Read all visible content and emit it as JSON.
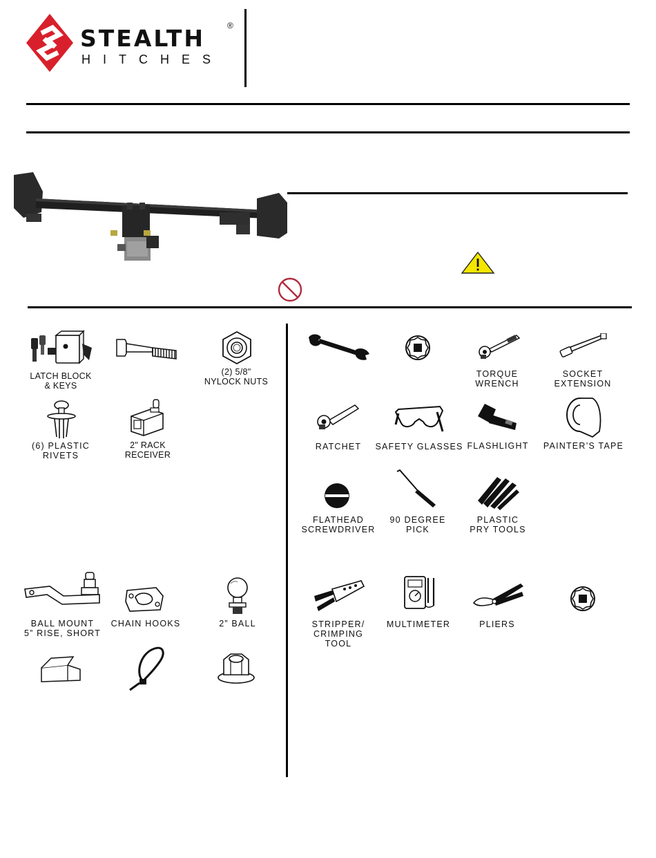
{
  "brand": {
    "name": "STEALTH",
    "sub": "HITCHES",
    "reg": "®",
    "logo_color": "#d8202c"
  },
  "parts": [
    {
      "label": "LATCH BLOCK\n& KEYS",
      "icon": "latch-block-icon"
    },
    {
      "label": "",
      "icon": "bolt-icon"
    },
    {
      "label": "(2) 5/8\"\nNYLOCK NUTS",
      "icon": "nylock-nut-icon"
    },
    {
      "label": "(6) PLASTIC\nRIVETS",
      "icon": "plastic-rivet-icon"
    },
    {
      "label": "2\" RACK\nRECEIVER",
      "icon": "rack-receiver-icon"
    },
    {
      "label": "BALL MOUNT\n5” RISE, SHORT",
      "icon": "ball-mount-icon"
    },
    {
      "label": "CHAIN HOOKS",
      "icon": "chain-hooks-icon"
    },
    {
      "label": "2” BALL",
      "icon": "hitch-ball-icon"
    }
  ],
  "tools": [
    {
      "label": "",
      "icon": "open-end-wrench-icon"
    },
    {
      "label": "",
      "icon": "socket-icon"
    },
    {
      "label": "TORQUE\nWRENCH",
      "icon": "torque-wrench-icon"
    },
    {
      "label": "SOCKET\nEXTENSION",
      "icon": "socket-extension-icon"
    },
    {
      "label": "RATCHET",
      "icon": "ratchet-icon"
    },
    {
      "label": "SAFETY GLASSES",
      "icon": "safety-glasses-icon"
    },
    {
      "label": "FLASHLIGHT",
      "icon": "flashlight-icon"
    },
    {
      "label": "PAINTER’S TAPE",
      "icon": "painters-tape-icon"
    },
    {
      "label": "FLATHEAD\nSCREWDRIVER",
      "icon": "flathead-screwdriver-icon"
    },
    {
      "label": "90 DEGREE\nPICK",
      "icon": "pick-tool-icon"
    },
    {
      "label": "PLASTIC\nPRY TOOLS",
      "icon": "pry-tools-icon"
    },
    {
      "label": "STRIPPER/\nCRIMPING\nTOOL",
      "icon": "crimping-tool-icon"
    },
    {
      "label": "MULTIMETER",
      "icon": "multimeter-icon"
    },
    {
      "label": "PLIERS",
      "icon": "pliers-icon"
    }
  ]
}
